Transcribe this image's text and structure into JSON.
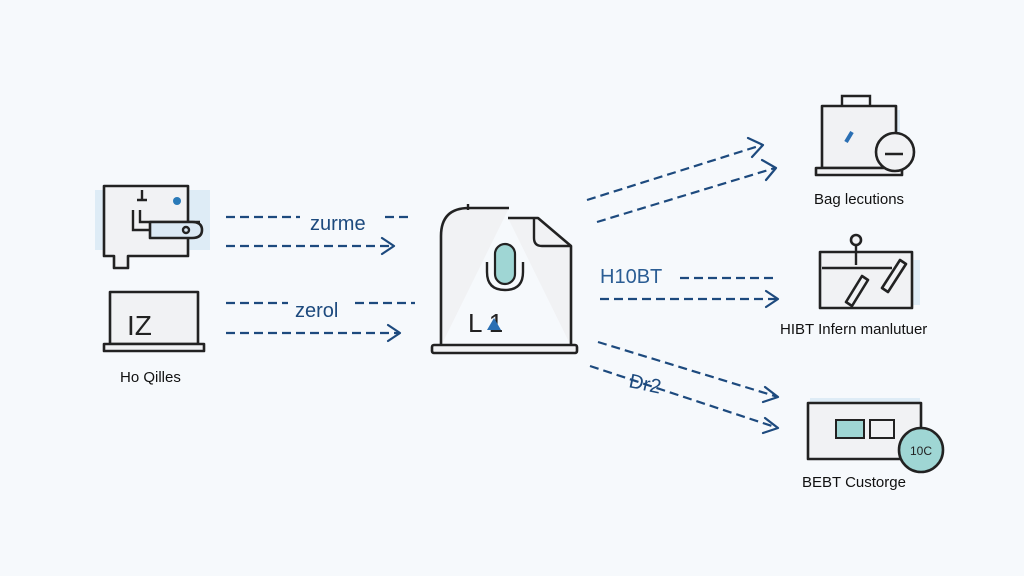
{
  "inputs": [
    {
      "label": "",
      "glyph": ""
    },
    {
      "label": "",
      "glyph": "IZ"
    }
  ],
  "inputs_caption": "Ho Qilles",
  "edge_labels": {
    "top_left": "zurme",
    "bottom_left": "zerol",
    "middle_right": "H10BT",
    "lower_right": "Dr2"
  },
  "center_node": {
    "glyph": "L 1"
  },
  "outputs": [
    {
      "label": "Bag lecutions"
    },
    {
      "label": "HIBT Infern manlutuer"
    },
    {
      "label": "BEBT Custorge",
      "badge": "10C"
    }
  ],
  "colors": {
    "accent": "#1d4a7e",
    "teal": "#9fd6d4",
    "background": "#f6f9fc"
  }
}
